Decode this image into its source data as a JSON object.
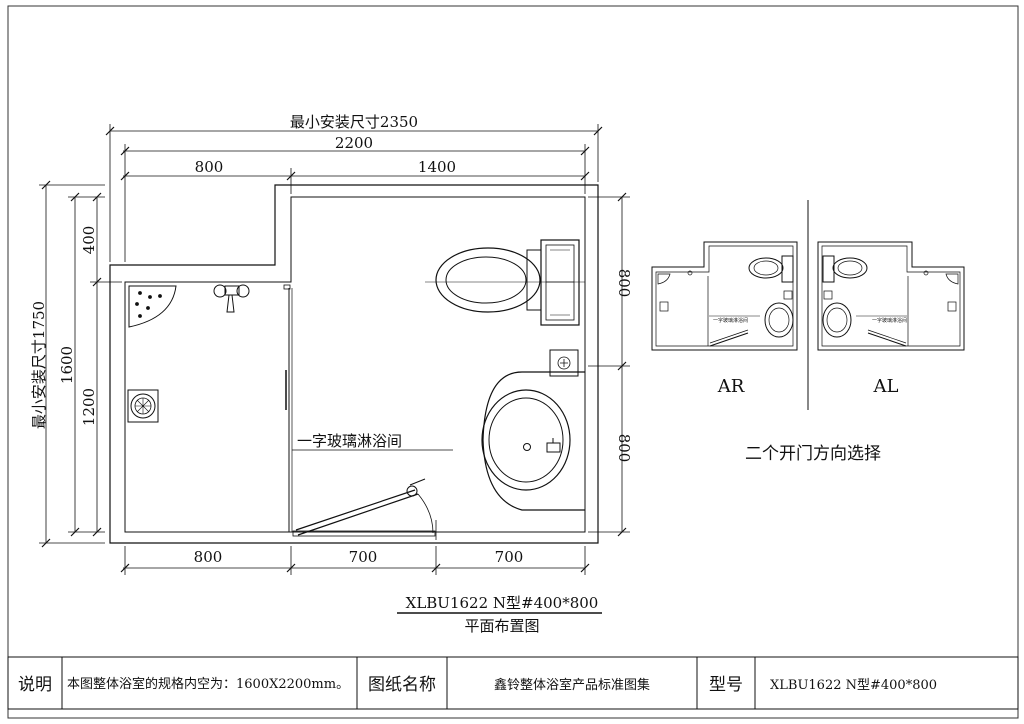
{
  "dimensions": {
    "min_install_width": "最小安装尺寸2350",
    "overall_width": "2200",
    "top_left_width": "800",
    "top_right_width": "1400",
    "bottom_left_width": "800",
    "bottom_mid_width": "700",
    "bottom_right_width": "700",
    "min_install_height": "最小安装尺寸1750",
    "overall_height": "1600",
    "left_upper_height": "400",
    "left_lower_height": "1200",
    "right_upper_height": "800",
    "right_lower_height": "800"
  },
  "labels": {
    "shower": "一字玻璃淋浴间",
    "mini_shower": "一字玻璃淋浴间"
  },
  "variants": {
    "ar": "AR",
    "al": "AL",
    "caption": "二个开门方向选择"
  },
  "title_block": {
    "model": "XLBU1622 N型#400*800",
    "subtitle": "平面布置图"
  },
  "footer": {
    "note_label": "说明",
    "note_text": "本图整体浴室的规格内空为：1600X2200mm。",
    "drawing_name_label": "图纸名称",
    "drawing_name": "鑫铃整体浴室产品标准图集",
    "model_label": "型号",
    "model_value": "XLBU1622 N型#400*800"
  }
}
